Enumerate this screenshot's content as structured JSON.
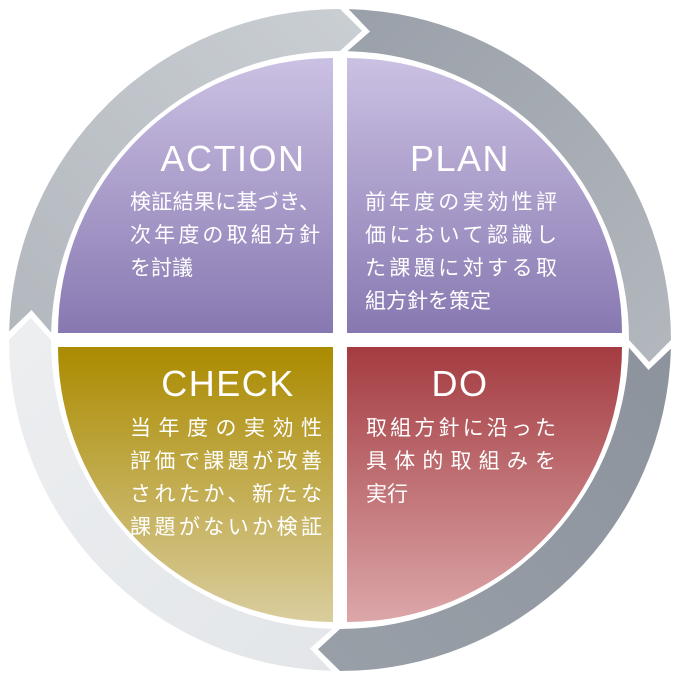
{
  "cycle": {
    "direction": "clockwise",
    "text_color": "#ffffff",
    "quadrants": [
      {
        "id": "action",
        "title": "ACTION",
        "lines": [
          "検証結果に基づき、",
          "次年度の取組方針",
          "を討議"
        ],
        "color_top": "#cbc1e3",
        "color_bottom": "#8878b1"
      },
      {
        "id": "plan",
        "title": "PLAN",
        "lines": [
          "前年度の実効性評",
          "価において認識し",
          "た課題に対する取",
          "組方針を策定"
        ],
        "color_top": "#cbc1e3",
        "color_bottom": "#8878b1"
      },
      {
        "id": "check",
        "title": "CHECK",
        "lines": [
          "当年度の実効性",
          "評価で課題が改善",
          "されたか、新たな",
          "課題がないか検証"
        ],
        "color_top": "#ab8b00",
        "color_bottom": "#d9cd9e"
      },
      {
        "id": "do",
        "title": "DO",
        "lines": [
          "取組方針に沿った",
          "具体的取組みを",
          "実行"
        ],
        "color_top": "#a43c41",
        "color_bottom": "#dca7a9"
      }
    ],
    "ring_segments": [
      {
        "id": "top-left",
        "color_start": "#b3b8be",
        "color_end": "#c9ced3"
      },
      {
        "id": "top-right",
        "color_start": "#9aa0a9",
        "color_end": "#b2b7bd"
      },
      {
        "id": "bottom-right",
        "color_start": "#8d939d",
        "color_end": "#989fa7"
      },
      {
        "id": "bottom-left",
        "color_start": "#e3e6e9",
        "color_end": "#eceef0"
      }
    ]
  }
}
